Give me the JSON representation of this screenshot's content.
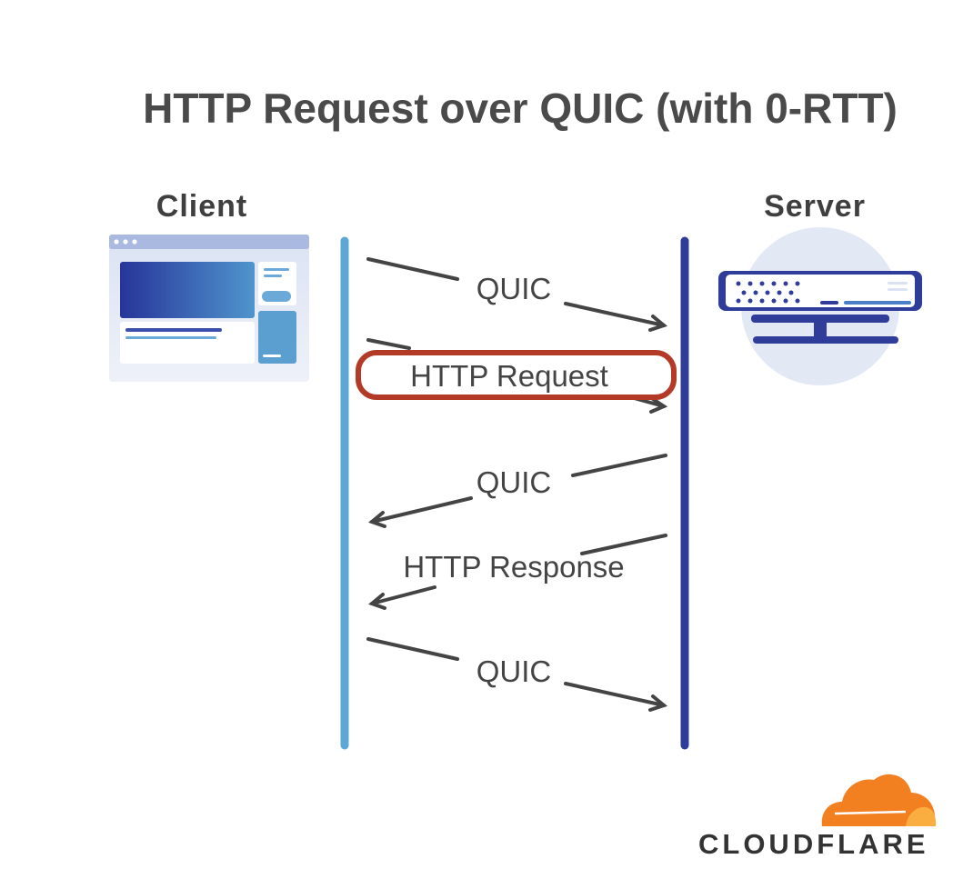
{
  "title": "HTTP Request over QUIC (with 0-RTT)",
  "client": {
    "label": "Client",
    "icon": "browser-window-icon",
    "line_color": "#5ba8d6"
  },
  "server": {
    "label": "Server",
    "icon": "server-icon",
    "line_color": "#2f3c9a"
  },
  "messages": [
    {
      "label": "QUIC",
      "direction": "client-to-server"
    },
    {
      "label": "HTTP Request",
      "direction": "client-to-server",
      "highlighted": true
    },
    {
      "label": "QUIC",
      "direction": "server-to-client"
    },
    {
      "label": "HTTP Response",
      "direction": "server-to-client"
    },
    {
      "label": "QUIC",
      "direction": "client-to-server"
    }
  ],
  "highlight_color": "#b23a26",
  "brand": {
    "name": "CLOUDFLARE",
    "icon": "cloudflare-cloud-logo",
    "colors": [
      "#f38020",
      "#faae40"
    ]
  }
}
